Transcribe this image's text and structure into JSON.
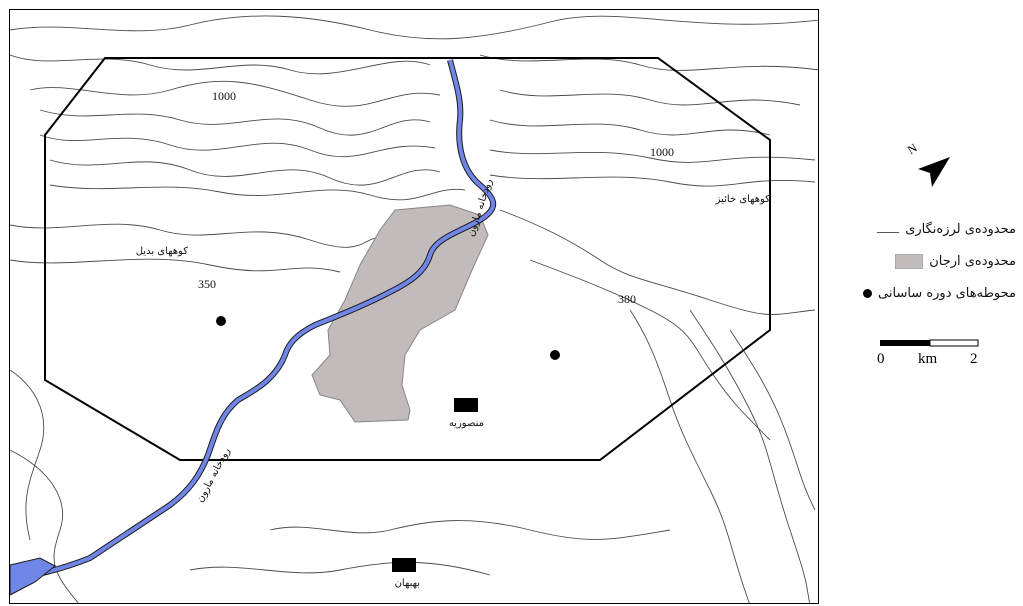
{
  "map": {
    "contours": [
      {
        "label": "1000",
        "text": "1000"
      },
      {
        "label": "1000",
        "text": "1000"
      },
      {
        "label": "350",
        "text": "350"
      },
      {
        "label": "380",
        "text": "380"
      }
    ],
    "labels": {
      "river_upper": "رودخانه مارون",
      "river_lower": "رودخانه مارون",
      "mountains_khaeiz": "کوههای خائیز",
      "mountains_badil": "کوههای بدیل",
      "town_mansourieh": "منصوریه",
      "town_behbahan": "بهبهان"
    },
    "colors": {
      "river": "#6f86e6",
      "arjan_area": "#c1bbbb",
      "contour": "#4a4a4a",
      "study_area": "#000000"
    }
  },
  "legend": {
    "study_area": "محدوده‌ی لرزه‌نگاری",
    "arjan_area": "محدوده‌ی ارجان",
    "sasanian_sites": "محوطه‌های دوره ساسانی"
  },
  "north_arrow": {
    "label": "N"
  },
  "scale_bar": {
    "start": "0",
    "unit": "km",
    "end": "2"
  }
}
